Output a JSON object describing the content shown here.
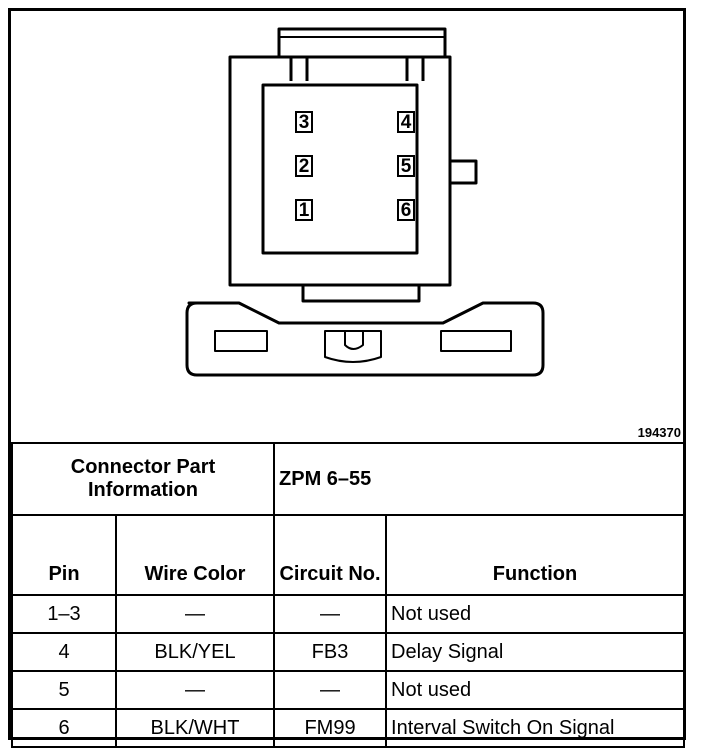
{
  "connector": {
    "pins": [
      {
        "label": "3"
      },
      {
        "label": "4"
      },
      {
        "label": "2"
      },
      {
        "label": "5"
      },
      {
        "label": "1"
      },
      {
        "label": "6"
      }
    ],
    "figure_id": "194370"
  },
  "table": {
    "part_info_label": "Connector Part Information",
    "part_info_value": "ZPM 6–55",
    "headers": {
      "pin": "Pin",
      "wire_color": "Wire Color",
      "circuit_no": "Circuit No.",
      "function": "Function"
    },
    "rows": [
      {
        "pin": "1–3",
        "wire_color": "—",
        "circuit_no": "—",
        "function": "Not used"
      },
      {
        "pin": "4",
        "wire_color": "BLK/YEL",
        "circuit_no": "FB3",
        "function": "Delay Signal"
      },
      {
        "pin": "5",
        "wire_color": "—",
        "circuit_no": "—",
        "function": "Not used"
      },
      {
        "pin": "6",
        "wire_color": "BLK/WHT",
        "circuit_no": "FM99",
        "function": "Interval Switch On Signal"
      }
    ]
  }
}
